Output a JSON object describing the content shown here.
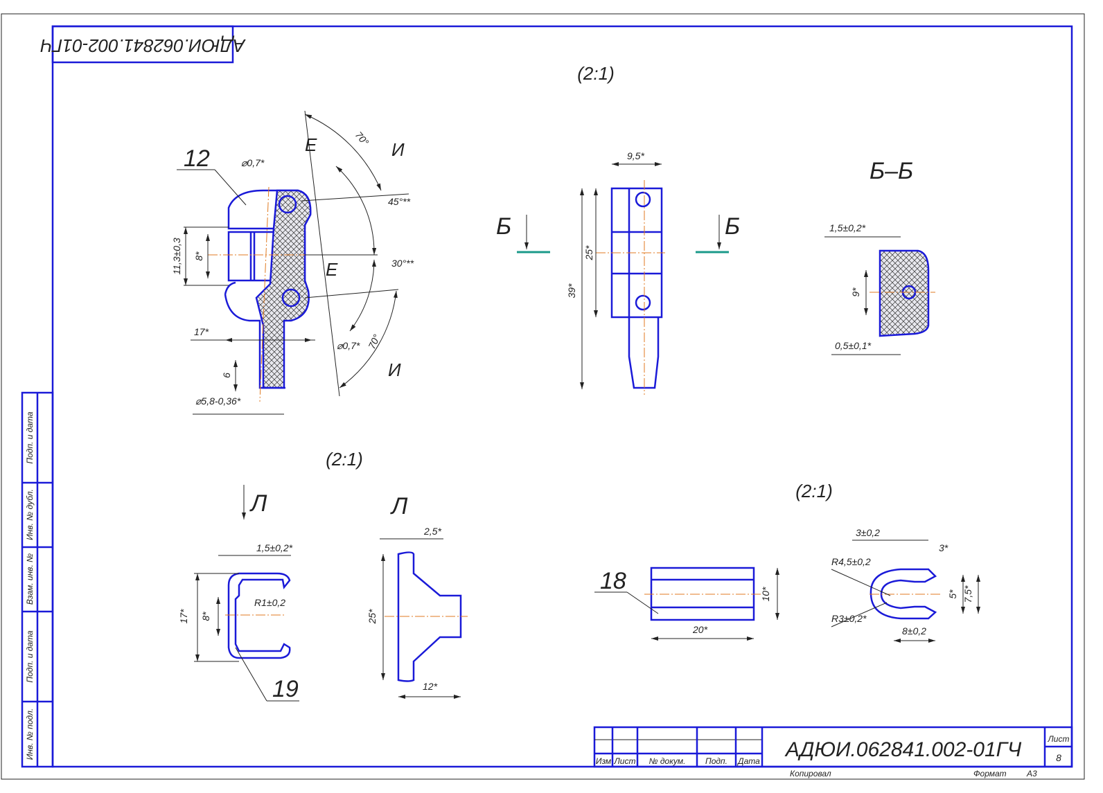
{
  "stamp_code": "АДЮИ.062841.002-01ГЧ",
  "colors": {
    "line": "#1a1ad8",
    "axis": "#e07a20",
    "section_mark": "#1a9a8a"
  },
  "views": {
    "main": {
      "scale": "(2:1)",
      "callout": "12",
      "labels": {
        "hole_top": "⌀0,7*",
        "hole_bottom": "⌀0,7*",
        "height": "11,3±0,3",
        "inner": "8*",
        "width": "17*",
        "tip_len": "6",
        "tip_dia": "⌀5,8-0,36*",
        "angle_top": "70°",
        "angle_bottom": "70°",
        "angle_45": "45°**",
        "angle_30": "30°**",
        "e_top": "Е",
        "e_bottom": "Е",
        "i_top": "И",
        "i_bottom": "И"
      }
    },
    "side": {
      "width": "9,5*",
      "inner": "25*",
      "total": "39*",
      "section_left": "Б",
      "section_right": "Б"
    },
    "section": {
      "title": "Б–Б",
      "wall": "1,5±0,2*",
      "height": "9*",
      "gap": "0,5±0,1*"
    },
    "clip": {
      "scale": "(2:1)",
      "view_arrow": "Л",
      "view_title": "Л",
      "callout": "19",
      "thickness": "1,5±0,2*",
      "radius": "R1±0,2",
      "height": "17*",
      "inner": "8*",
      "edge": "2,5*",
      "side_height": "25*",
      "side_width": "12*"
    },
    "bar": {
      "scale": "(2:1)",
      "callout": "18",
      "height": "10*",
      "length": "20*",
      "d1": "3±0,2",
      "d2": "3*",
      "r_outer": "R4,5±0,2",
      "r_inner": "R3±0,2*",
      "slot": "5*",
      "outer": "7,5*",
      "length2": "8±0,2"
    }
  },
  "side_column": [
    "Подп. и дата",
    "Инв. № дубл.",
    "Взам. инв. №",
    "Подп. и дата",
    "Инв. № подл."
  ],
  "title_block": {
    "headers": [
      "Изм",
      "Лист",
      "№ докум.",
      "Подп.",
      "Дата"
    ],
    "designation": "АДЮИ.062841.002-01ГЧ",
    "sheet_label": "Лист",
    "sheet_number": "8",
    "copied": "Копировал",
    "format_label": "Формат",
    "format_value": "A3"
  }
}
